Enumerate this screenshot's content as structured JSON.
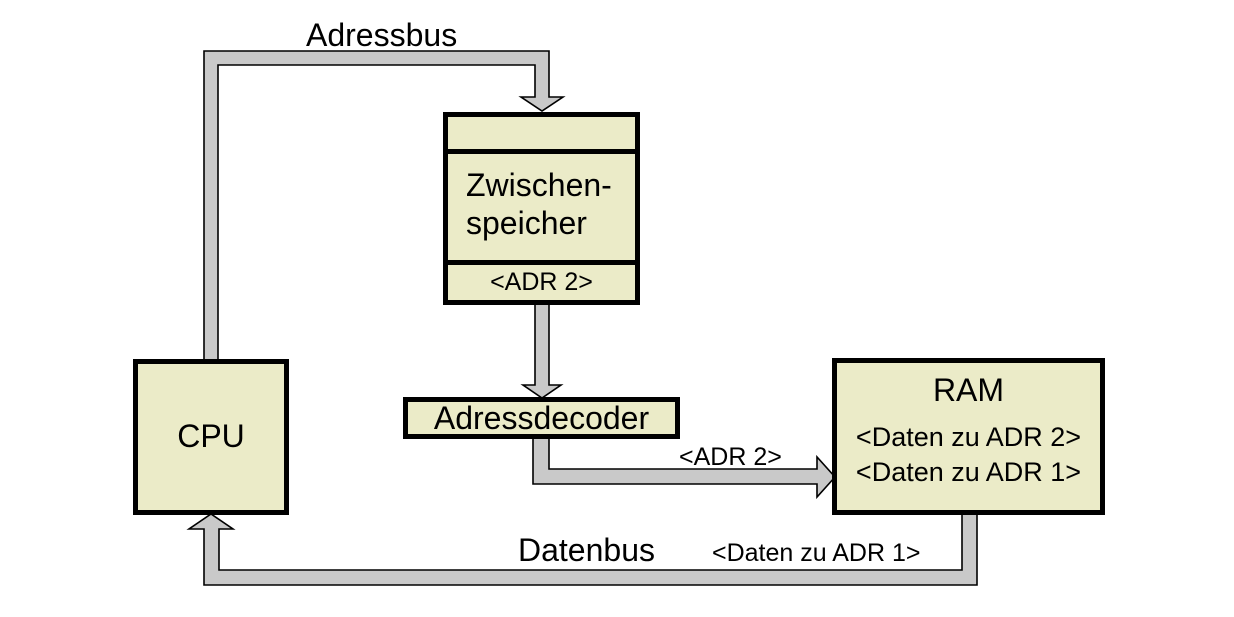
{
  "diagram": {
    "colors": {
      "canvas_bg": "#ffffff",
      "text": "#000000",
      "box_fill": "#ebebc8",
      "box_border": "#000000",
      "bus_fill": "#c9c9c9",
      "bus_outline": "#000000"
    },
    "buses": {
      "adressbus_label": "Adressbus",
      "datenbus_label": "Datenbus",
      "adr2_label": "<ADR 2>",
      "daten_adr1_label": "<Daten zu ADR 1>"
    },
    "nodes": {
      "cpu": {
        "label": "CPU"
      },
      "buffer": {
        "label_line1": "Zwischen-",
        "label_line2": "speicher",
        "slot": "<ADR 2>"
      },
      "decoder": {
        "label": "Adressdecoder"
      },
      "ram": {
        "title": "RAM",
        "row1": "<Daten zu ADR 2>",
        "row2": "<Daten zu ADR 1>"
      }
    }
  }
}
